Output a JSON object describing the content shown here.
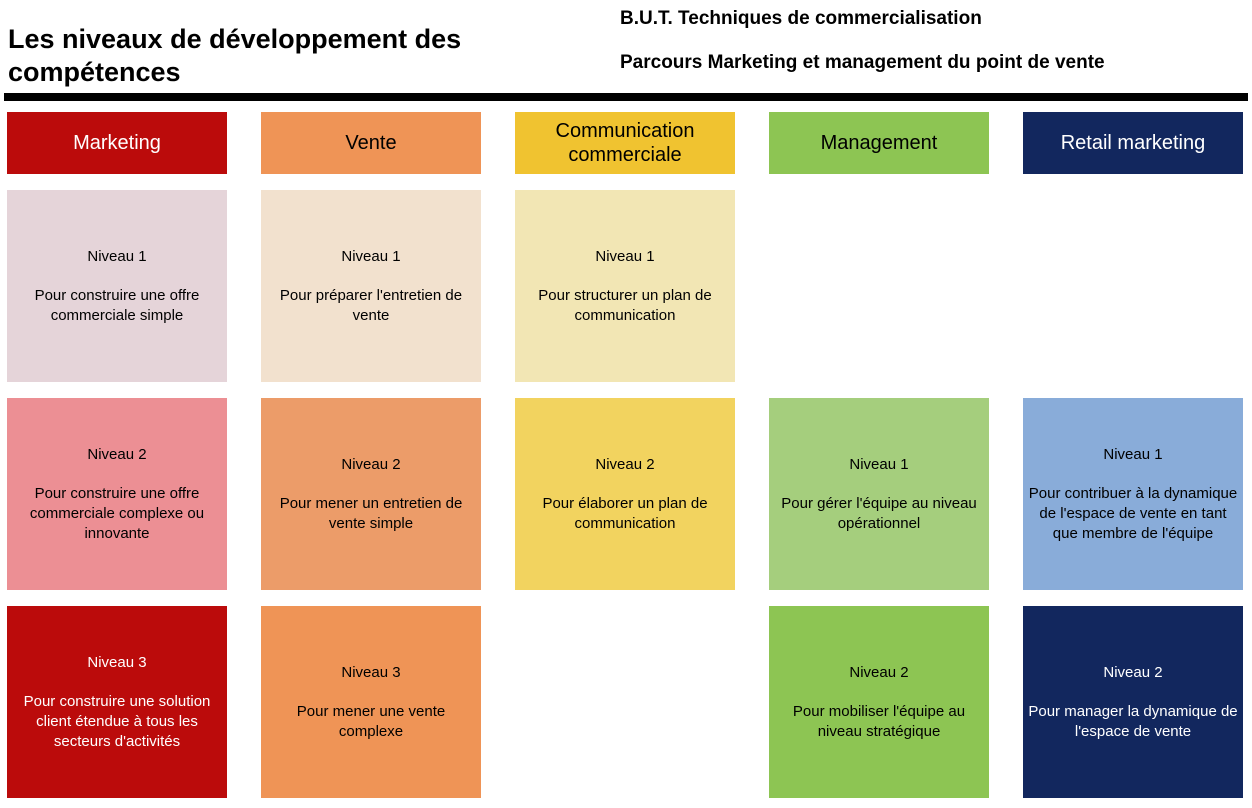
{
  "header": {
    "title": "Les niveaux de développement des\ncompétences",
    "program_line1": "B.U.T. Techniques de commercialisation",
    "program_line2": "Parcours Marketing et management du point de vente"
  },
  "palette": {
    "red": "#BB0B0B",
    "orange": "#EF9456",
    "gold": "#F0C330",
    "green": "#8DC553",
    "navy": "#12275E",
    "divider": "#000000"
  },
  "columns": [
    {
      "label": "Marketing",
      "header_bg": "#BB0B0B",
      "header_fg": "#FFFFFF",
      "cells": [
        {
          "level": "Niveau 1",
          "description": "Pour construire une offre commerciale simple",
          "bg": "#E5D4D9",
          "fg": "#000000"
        },
        {
          "level": "Niveau 2",
          "description": "Pour construire une offre commerciale complexe ou innovante",
          "bg": "#EC8F94",
          "fg": "#000000"
        },
        {
          "level": "Niveau 3",
          "description": "Pour construire une solution client étendue à tous les secteurs d'activités",
          "bg": "#BB0B0B",
          "fg": "#FFFFFF"
        }
      ]
    },
    {
      "label": "Vente",
      "header_bg": "#EF9456",
      "header_fg": "#000000",
      "cells": [
        {
          "level": "Niveau 1",
          "description": "Pour préparer l'entretien de vente",
          "bg": "#F2E1CE",
          "fg": "#000000"
        },
        {
          "level": "Niveau 2",
          "description": "Pour mener un entretien de vente simple",
          "bg": "#EC9C69",
          "fg": "#000000"
        },
        {
          "level": "Niveau 3",
          "description": "Pour mener une vente complexe",
          "bg": "#EF9456",
          "fg": "#000000"
        }
      ]
    },
    {
      "label": "Communication commerciale",
      "header_bg": "#F0C330",
      "header_fg": "#000000",
      "cells": [
        {
          "level": "Niveau 1",
          "description": "Pour structurer un plan de communication",
          "bg": "#F2E6B4",
          "fg": "#000000"
        },
        {
          "level": "Niveau 2",
          "description": "Pour élaborer un plan de communication",
          "bg": "#F2D35F",
          "fg": "#000000"
        }
      ]
    },
    {
      "label": "Management",
      "header_bg": "#8DC553",
      "header_fg": "#000000",
      "cells": [
        {
          "level": "Niveau 1",
          "description": "Pour gérer l'équipe au niveau opérationnel",
          "bg": "#A5CE7D",
          "fg": "#000000"
        },
        {
          "level": "Niveau 2",
          "description": "Pour mobiliser l'équipe au niveau stratégique",
          "bg": "#8DC553",
          "fg": "#000000"
        }
      ]
    },
    {
      "label": "Retail marketing",
      "header_bg": "#12275E",
      "header_fg": "#FFFFFF",
      "cells": [
        {
          "level": "Niveau 1",
          "description": "Pour contribuer à la dynamique de l'espace de vente en tant que membre de l'équipe",
          "bg": "#89ACD9",
          "fg": "#000000"
        },
        {
          "level": "Niveau 2",
          "description": "Pour manager la dynamique de l'espace de vente",
          "bg": "#12275E",
          "fg": "#FFFFFF"
        }
      ]
    }
  ]
}
